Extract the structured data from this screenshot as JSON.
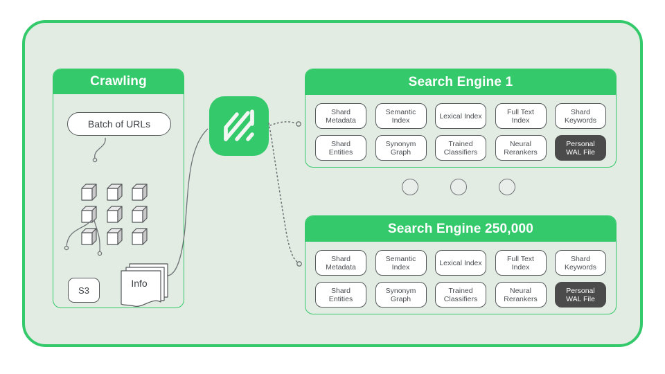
{
  "diagram": {
    "title_visible": false,
    "colors": {
      "brand_green": "#34c96b",
      "panel_background": "#e3ece2",
      "chip_border": "#53575a",
      "chip_dark": "#4b4b4b",
      "page_background": "#ffffff",
      "connector_gray": "#6f7377"
    }
  },
  "crawling": {
    "header": "Crawling",
    "batch_label": "Batch of URLs",
    "cube_count": 9,
    "storage_label": "S3",
    "docs_label": "Info"
  },
  "logo": {
    "name": "striped-diagonal-logo"
  },
  "engines": [
    {
      "header": "Search Engine 1",
      "rows": [
        [
          {
            "label": "Shard\nMetadata",
            "dark": false
          },
          {
            "label": "Semantic\nIndex",
            "dark": false
          },
          {
            "label": "Lexical Index",
            "dark": false
          },
          {
            "label": "Full Text\nIndex",
            "dark": false
          },
          {
            "label": "Shard\nKeywords",
            "dark": false
          }
        ],
        [
          {
            "label": "Shard\nEntities",
            "dark": false
          },
          {
            "label": "Synonym\nGraph",
            "dark": false
          },
          {
            "label": "Trained\nClassifiers",
            "dark": false
          },
          {
            "label": "Neural\nRerankers",
            "dark": false
          },
          {
            "label": "Personal\nWAL File",
            "dark": true
          }
        ]
      ]
    },
    {
      "header": "Search Engine 250,000",
      "rows": [
        [
          {
            "label": "Shard\nMetadata",
            "dark": false
          },
          {
            "label": "Semantic\nIndex",
            "dark": false
          },
          {
            "label": "Lexical Index",
            "dark": false
          },
          {
            "label": "Full Text\nIndex",
            "dark": false
          },
          {
            "label": "Shard\nKeywords",
            "dark": false
          }
        ],
        [
          {
            "label": "Shard\nEntities",
            "dark": false
          },
          {
            "label": "Synonym\nGraph",
            "dark": false
          },
          {
            "label": "Trained\nClassifiers",
            "dark": false
          },
          {
            "label": "Neural\nRerankers",
            "dark": false
          },
          {
            "label": "Personal\nWAL File",
            "dark": true
          }
        ]
      ]
    }
  ],
  "ellipsis": {
    "dot_count": 3,
    "meaning": "more-search-engines"
  }
}
